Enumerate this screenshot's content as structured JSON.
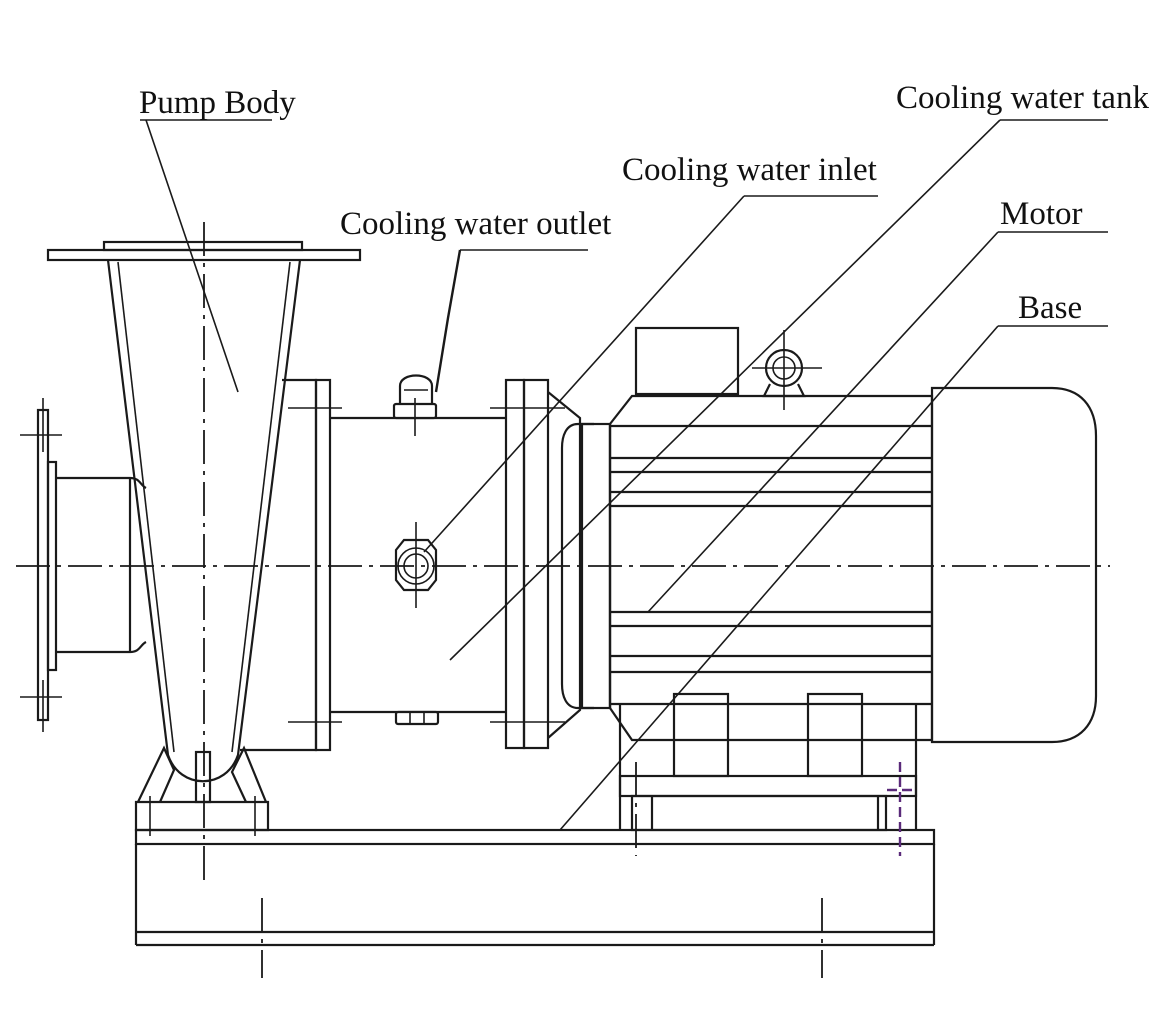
{
  "labels": {
    "pump_body": "Pump Body",
    "cooling_water_tank": "Cooling water tank",
    "cooling_water_inlet": "Cooling water inlet",
    "cooling_water_outlet": "Cooling water outlet",
    "motor": "Motor",
    "base": "Base"
  },
  "colors": {
    "line": "#1a1a1a",
    "background": "#ffffff",
    "marker": "#5a2a7a"
  }
}
